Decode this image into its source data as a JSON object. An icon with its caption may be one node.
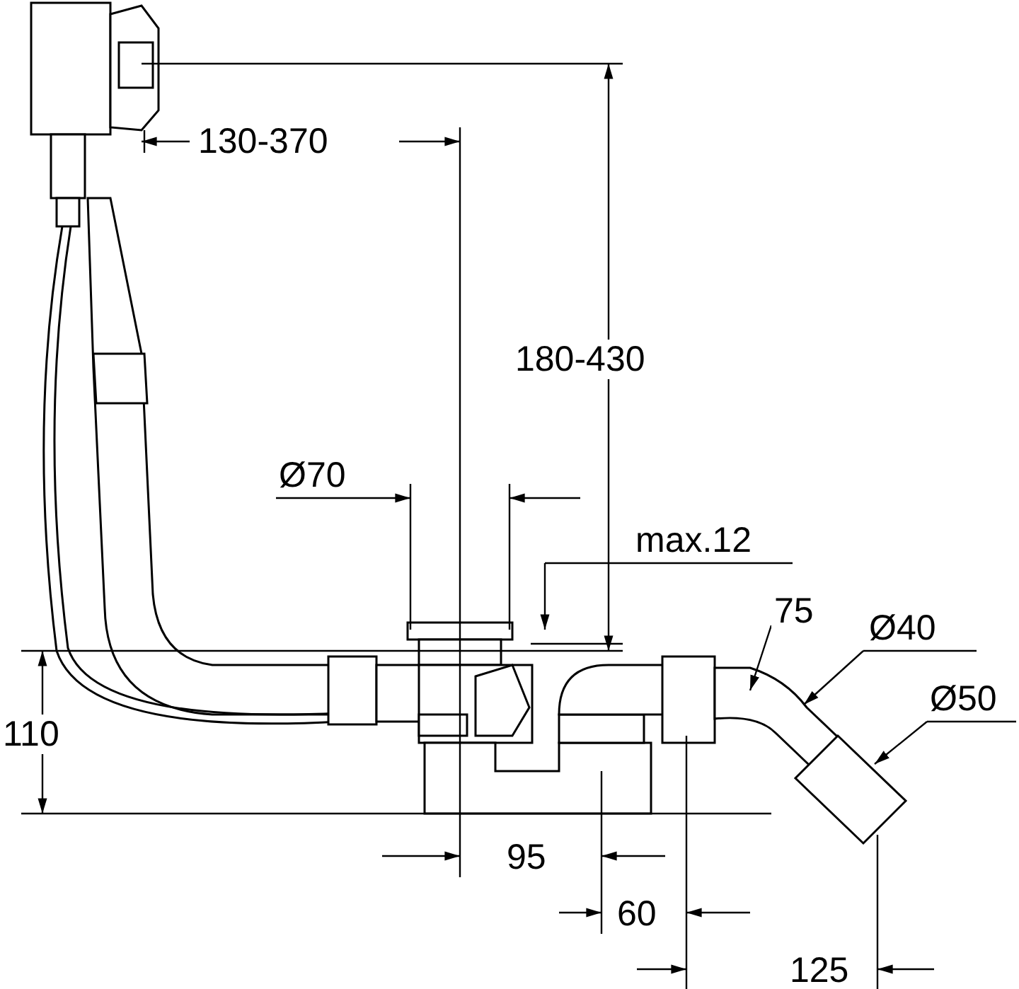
{
  "diagram": {
    "labels": [
      "130-370",
      "180-430",
      "Ø70",
      "max.12",
      "75",
      "Ø40",
      "Ø50",
      "110",
      "95",
      "60",
      "125"
    ]
  }
}
